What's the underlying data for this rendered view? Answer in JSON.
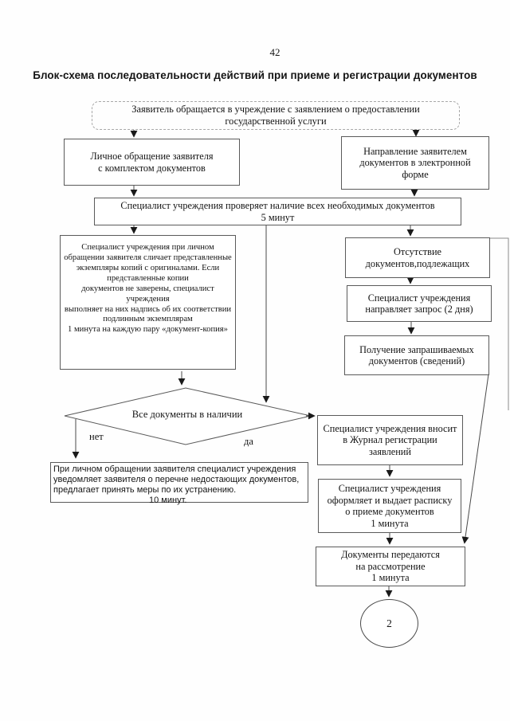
{
  "page": {
    "number": "42",
    "title": "Блок-схема последовательности действий при приеме и регистрации документов"
  },
  "nodes": {
    "start": {
      "text": "Заявитель обращается в учреждение с заявлением о предоставлении\nгосударственной услуги"
    },
    "personal": {
      "text": "Личное обращение заявителя\nс комплектом документов"
    },
    "electronic": {
      "text": "Направление заявителем\nдокументов в электронной\nформе"
    },
    "check": {
      "text": "Специалист учреждения проверяет наличие всех необходимых документов\n5 минут"
    },
    "compare": {
      "text": "Специалист учреждения при личном\nобращении заявителя сличает представленные\nэкземпляры копий с оригиналами. Если\nпредставленные копии\nдокументов не заверены, специалист\nучреждения\nвыполняет на них надпись об их соответствии\nподлинным экземплярам\n1 минута на каждую пару «документ-копия»"
    },
    "absence": {
      "text": "Отсутствие\nдокументов,подлежащих"
    },
    "request": {
      "text": "Специалист учреждения\nнаправляет запрос (2 дня)"
    },
    "receive": {
      "text": "Получение запрашиваемых\nдокументов (сведений)"
    },
    "decision": {
      "text": "Все документы в наличии",
      "no_label": "нет",
      "yes_label": "да"
    },
    "notify": {
      "text": "При личном обращении заявителя специалист учреждения\nуведомляет заявителя о перечне недостающих документов,\nпредлагает принять меры по их устранению.",
      "duration": "10 минут."
    },
    "journal": {
      "text": "Специалист учреждения вносит\nв Журнал регистрации\nзаявлений"
    },
    "receipt": {
      "text": "Специалист учреждения\nоформляет и выдает расписку\nо приеме документов\n1 минута"
    },
    "transfer": {
      "text": "Документы передаются\nна рассмотрение\n1 минута"
    },
    "connector": {
      "text": "2"
    }
  },
  "colors": {
    "line": "#4a4a4a",
    "border": "#5a5a5a",
    "arrow": "#1a1a1a",
    "dashed_border": "#a8a8a8"
  }
}
